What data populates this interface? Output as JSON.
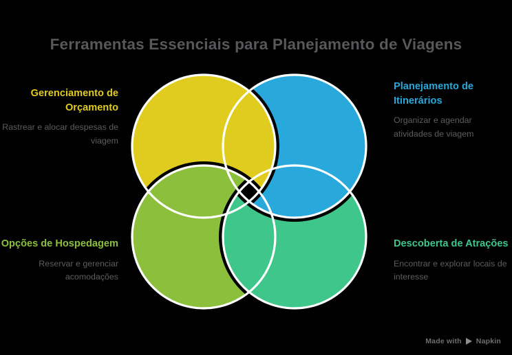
{
  "page": {
    "title": "Ferramentas Essenciais para Planejamento de Viagens",
    "background_color": "#000000",
    "title_color": "#58585a",
    "description_color": "#5d5d5f"
  },
  "diagram": {
    "type": "interlocking-rings",
    "ring_count": 4,
    "separator_color": "#ffffff",
    "center_hole": "diamond",
    "rings": [
      {
        "id": "budget",
        "color": "#E0CC1E",
        "position": "top-left"
      },
      {
        "id": "itinerary",
        "color": "#29A8DB",
        "position": "top-right"
      },
      {
        "id": "lodging",
        "color": "#8CC03C",
        "position": "bottom-left"
      },
      {
        "id": "attractions",
        "color": "#3FC68A",
        "position": "bottom-right"
      }
    ]
  },
  "labels": {
    "top_left": {
      "heading": "Gerenciamento de Orçamento",
      "description": "Rastrear e alocar despesas de viagem",
      "color": "#E0CC1E"
    },
    "top_right": {
      "heading": "Planejamento de Itinerários",
      "description": "Organizar e agendar atividades de viagem",
      "color": "#29A8DB"
    },
    "bottom_left": {
      "heading": "Opções de Hospedagem",
      "description": "Reservar e gerenciar acomodações",
      "color": "#8CC03C"
    },
    "bottom_right": {
      "heading": "Descoberta de Atrações",
      "description": "Encontrar e explorar locais de interesse",
      "color": "#3FC68A"
    }
  },
  "watermark": {
    "prefix": "Made with",
    "brand": "Napkin",
    "icon": "play-triangle-icon"
  }
}
